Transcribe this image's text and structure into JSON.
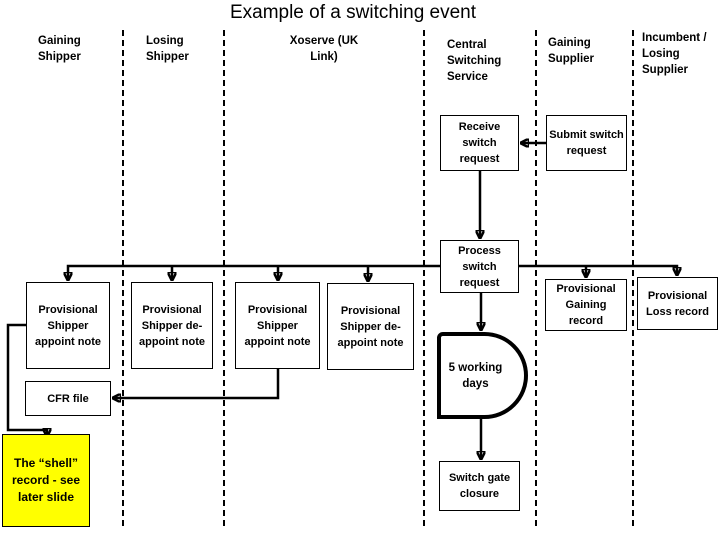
{
  "title": "Example of a switching event",
  "lanes": [
    {
      "label": "Gaining Shipper"
    },
    {
      "label": "Losing Shipper"
    },
    {
      "label": "Xoserve (UK Link)"
    },
    {
      "label": "Central Switching Service"
    },
    {
      "label": "Gaining Supplier"
    },
    {
      "label": "Incumbent / Losing Supplier"
    }
  ],
  "nodes": {
    "submit_switch_request": "Submit switch request",
    "receive_switch_request": "Receive switch request",
    "process_switch_request": "Process switch request",
    "provisional_shipper_appoint_1": "Provisional Shipper appoint note",
    "provisional_shipper_deappoint_1": "Provisional Shipper de-appoint note",
    "provisional_shipper_appoint_2": "Provisional Shipper appoint note",
    "provisional_shipper_deappoint_2": "Provisional Shipper de-appoint note",
    "provisional_gaining_record": "Provisional Gaining record",
    "provisional_loss_record": "Provisional Loss record",
    "cfr_file": "CFR file",
    "shell_record": "The “shell” record - see later slide",
    "five_working_days": "5 working days",
    "switch_gate_closure": "Switch gate closure"
  },
  "colors": {
    "line": "#000000",
    "box_border": "#000000",
    "highlight": "#FFFF00",
    "background": "#FFFFFF",
    "text": "#000000"
  }
}
